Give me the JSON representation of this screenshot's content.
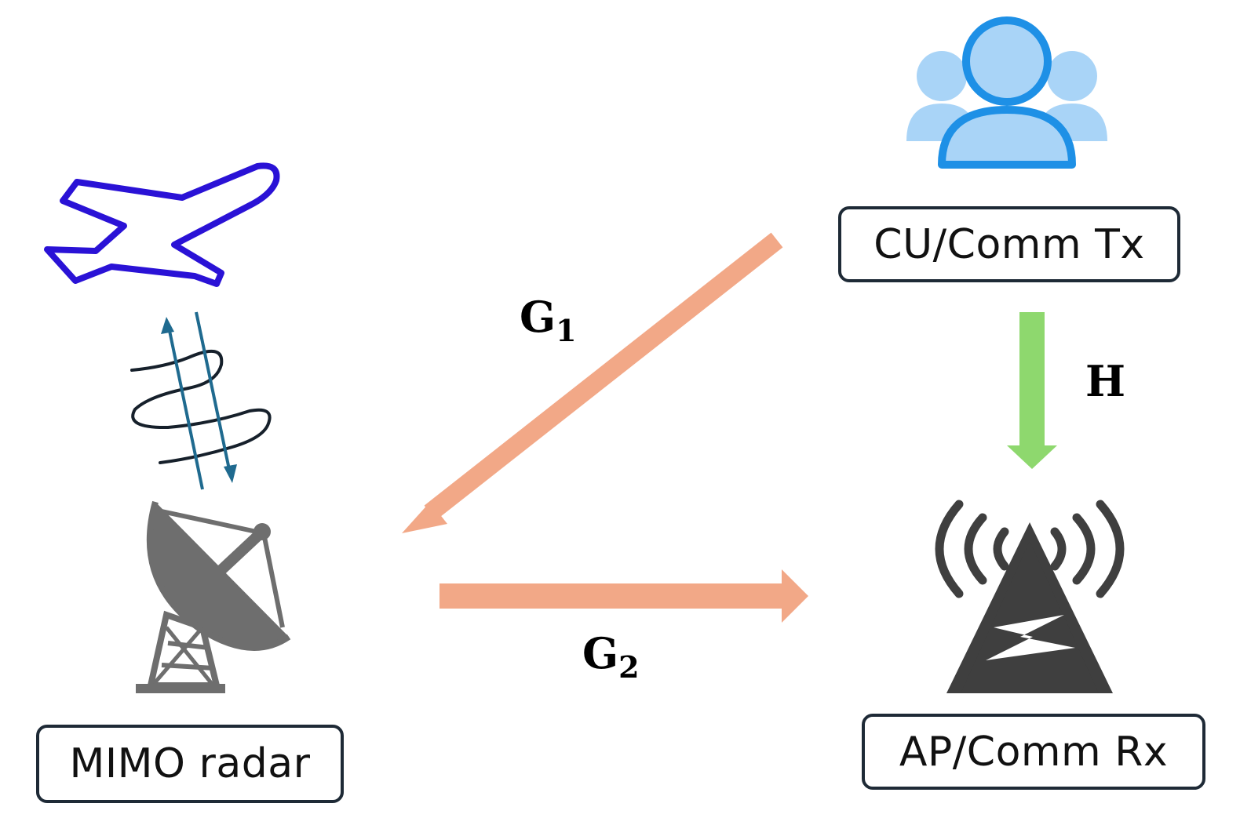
{
  "nodes": {
    "cu": {
      "label": "CU/Comm Tx",
      "icon": "users-icon"
    },
    "ap": {
      "label": "AP/Comm Rx",
      "icon": "antenna-tower-icon"
    },
    "radar": {
      "label": "MIMO radar",
      "icon": "satellite-dish-icon"
    },
    "target": {
      "icon": "airplane-icon"
    }
  },
  "edges": {
    "g1": {
      "symbol": "G",
      "subscript": "1"
    },
    "g2": {
      "symbol": "G",
      "subscript": "2"
    },
    "h": {
      "symbol": "H"
    }
  },
  "colors": {
    "interference_arrow": "#f2a887",
    "comm_arrow": "#8ed86e",
    "user_icon_light": "#a9d4f7",
    "user_icon_dark": "#1e90e6",
    "airplane": "#2a12d6",
    "echo_arrows": "#1f6a8f",
    "radar_gray": "#6e6e6e",
    "box_border": "#1e2a36"
  }
}
